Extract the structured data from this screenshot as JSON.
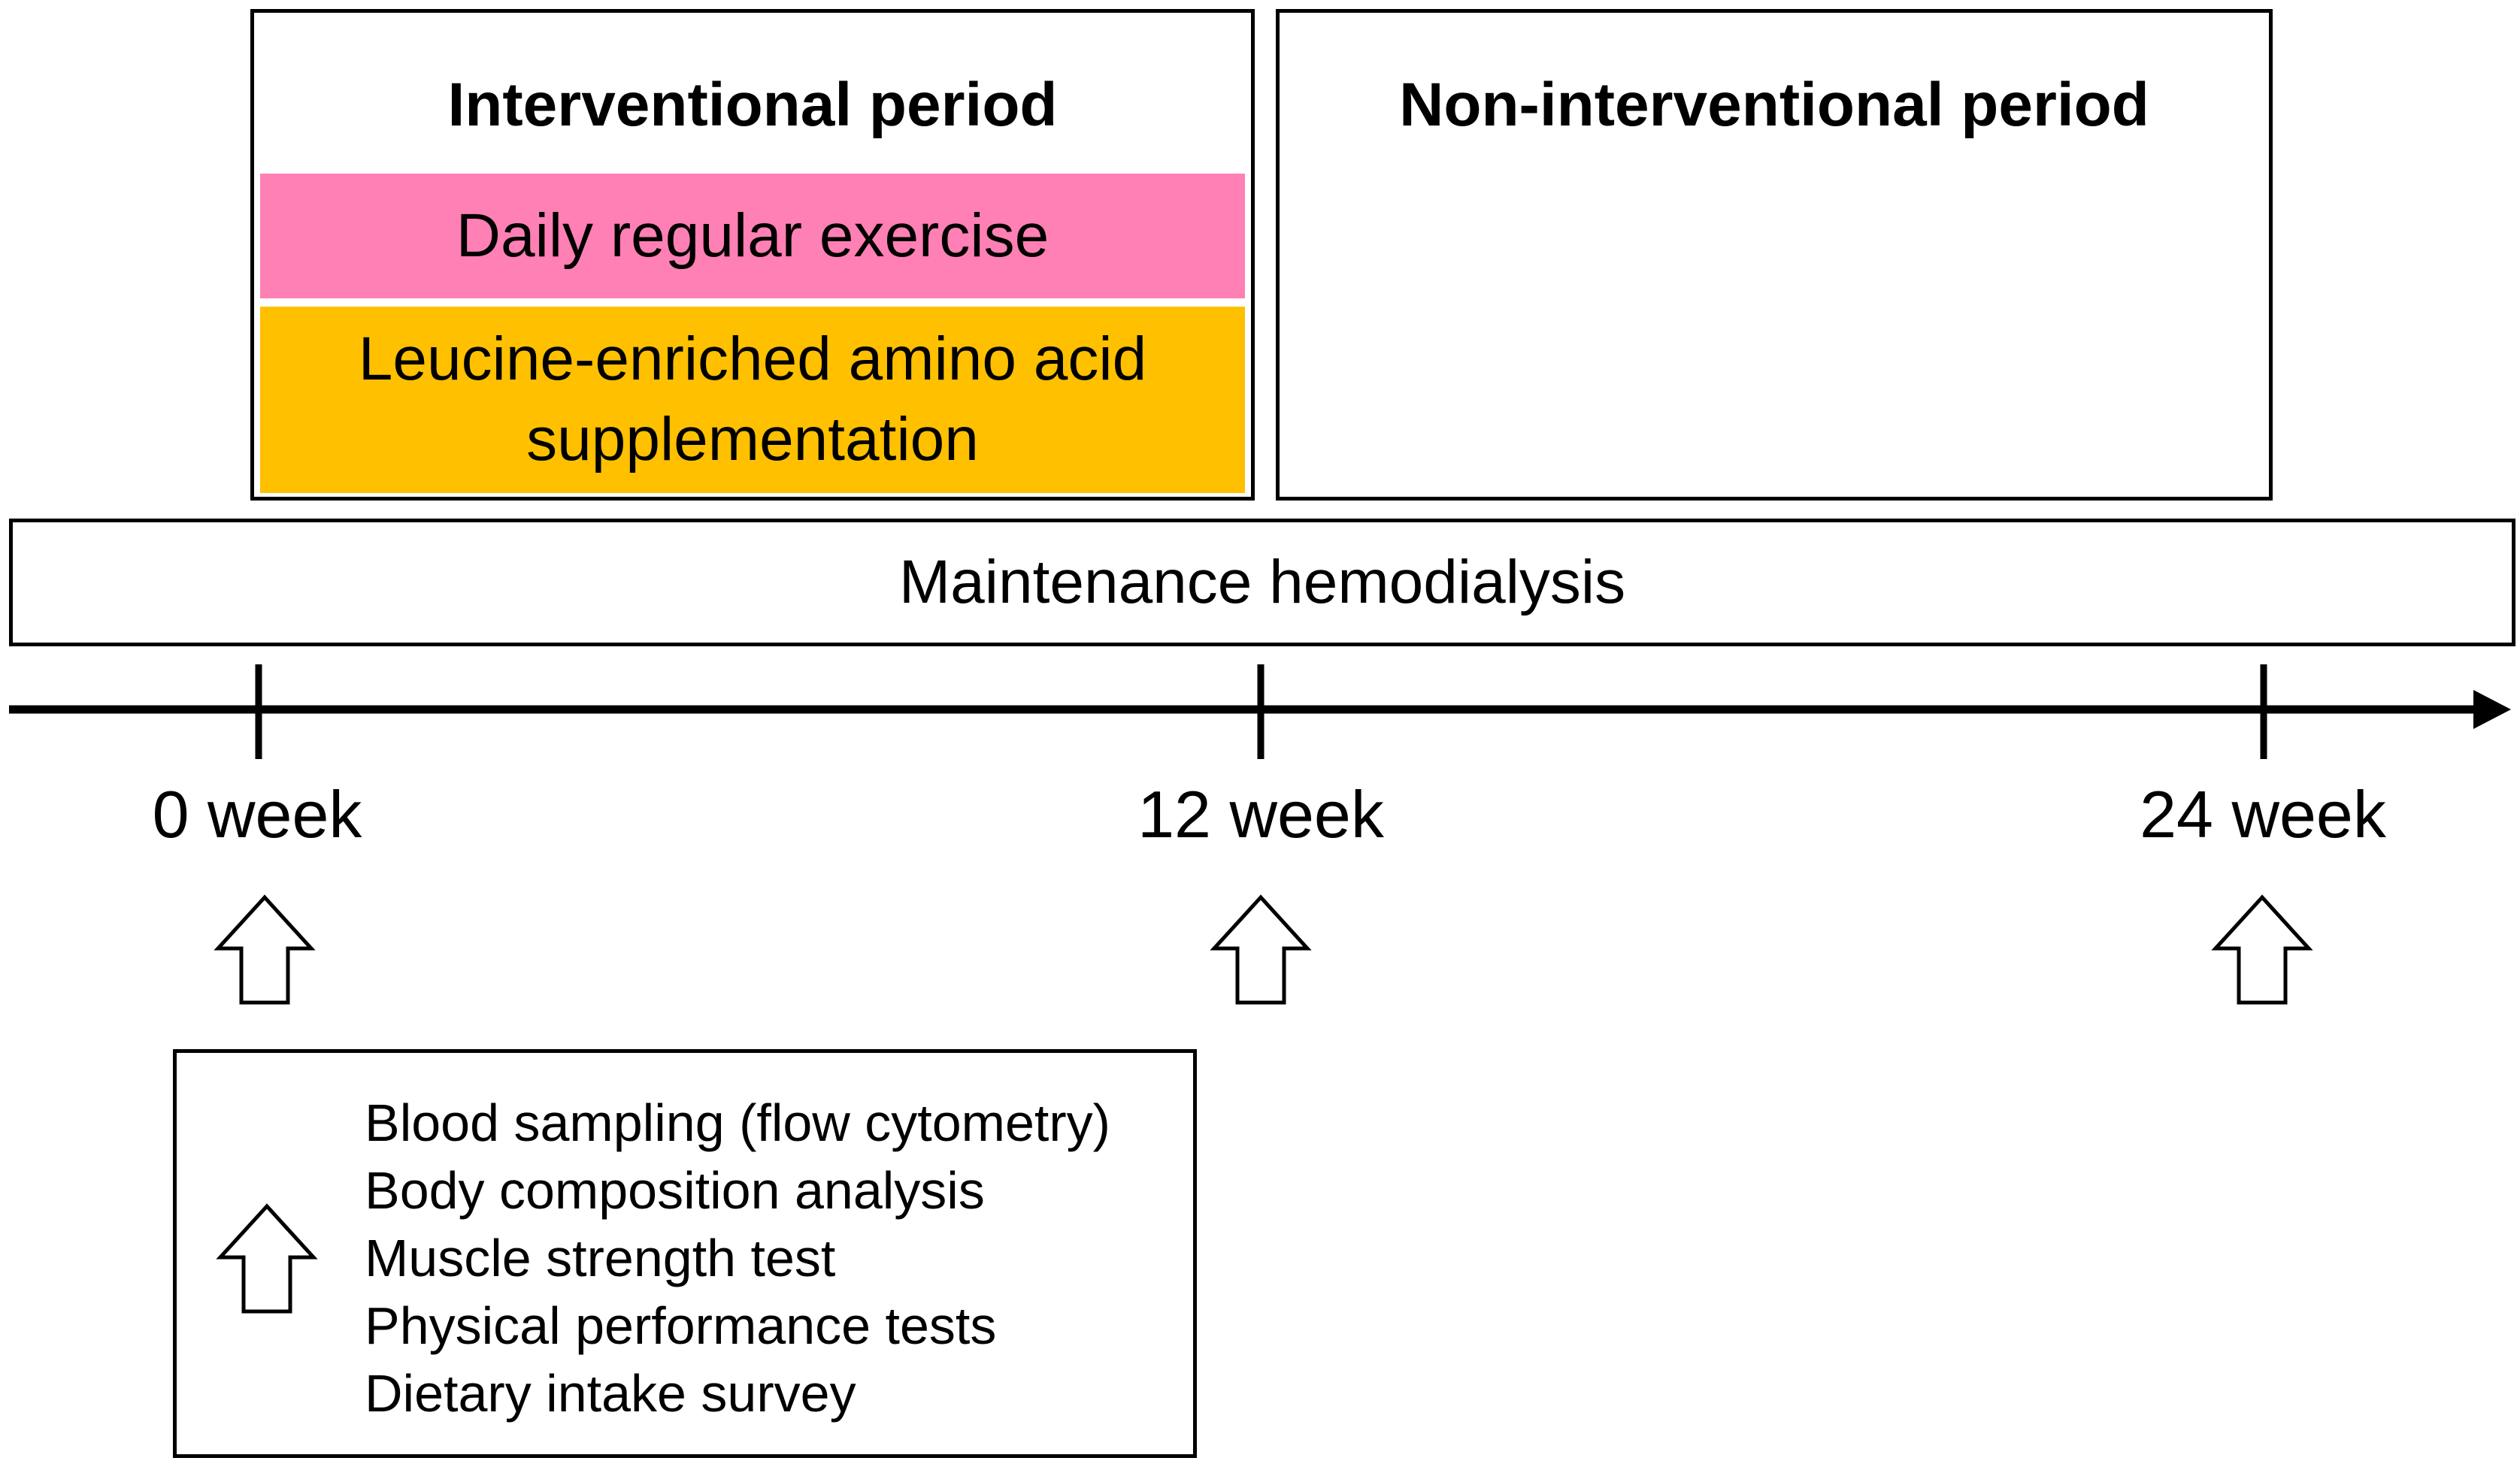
{
  "interventional": {
    "title": "Interventional period",
    "exercise_label": "Daily regular exercise",
    "supplement_line1": "Leucine-enriched amino acid",
    "supplement_line2": "supplementation"
  },
  "non_interventional": {
    "title": "Non-interventional period"
  },
  "maintenance": {
    "label": "Maintenance hemodialysis"
  },
  "timeline": {
    "ticks": [
      {
        "label": "0 week"
      },
      {
        "label": "12 week"
      },
      {
        "label": "24 week"
      }
    ]
  },
  "legend": {
    "items": [
      "Blood sampling (flow cytometry)",
      "Body composition analysis",
      "Muscle strength test",
      "Physical performance tests",
      "Dietary intake survey"
    ]
  },
  "colors": {
    "exercise": "#ff80b4",
    "supplement": "#ffc000",
    "line": "#000000"
  }
}
